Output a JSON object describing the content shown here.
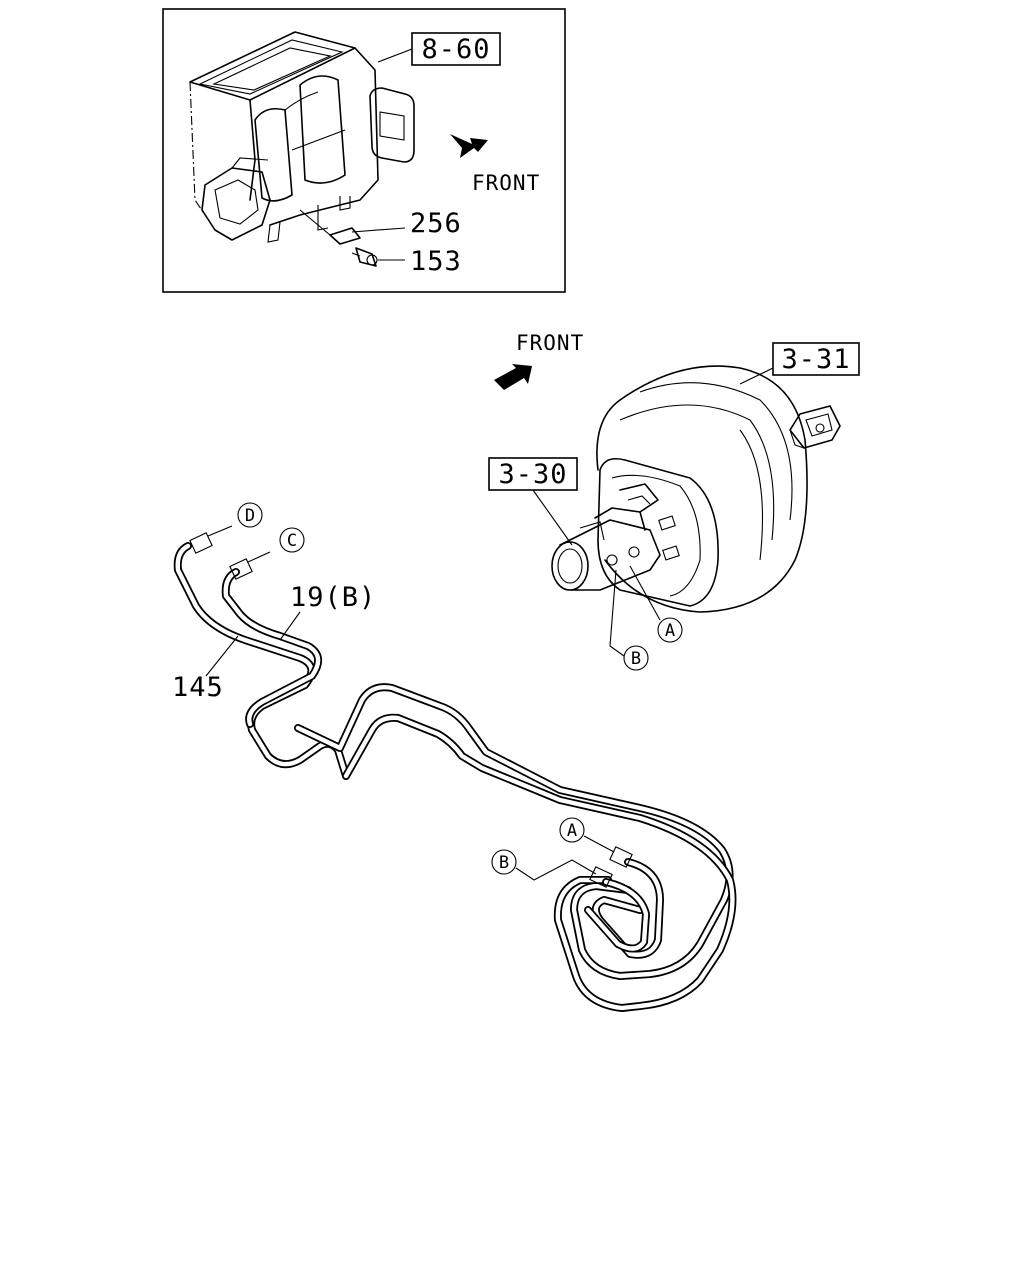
{
  "inset": {
    "ref_label": "8-60",
    "front_label": "FRONT",
    "part_bracket": "256",
    "part_bolt": "153"
  },
  "main": {
    "front_label": "FRONT",
    "booster_ref": "3-31",
    "master_cyl_ref": "3-30",
    "pipe_label_b": "19(B)",
    "pipe_label": "145",
    "port_a_upper": "A",
    "port_b_upper": "B",
    "conn_d": "D",
    "conn_c": "C",
    "conn_a_lower": "A",
    "conn_b_lower": "B"
  }
}
